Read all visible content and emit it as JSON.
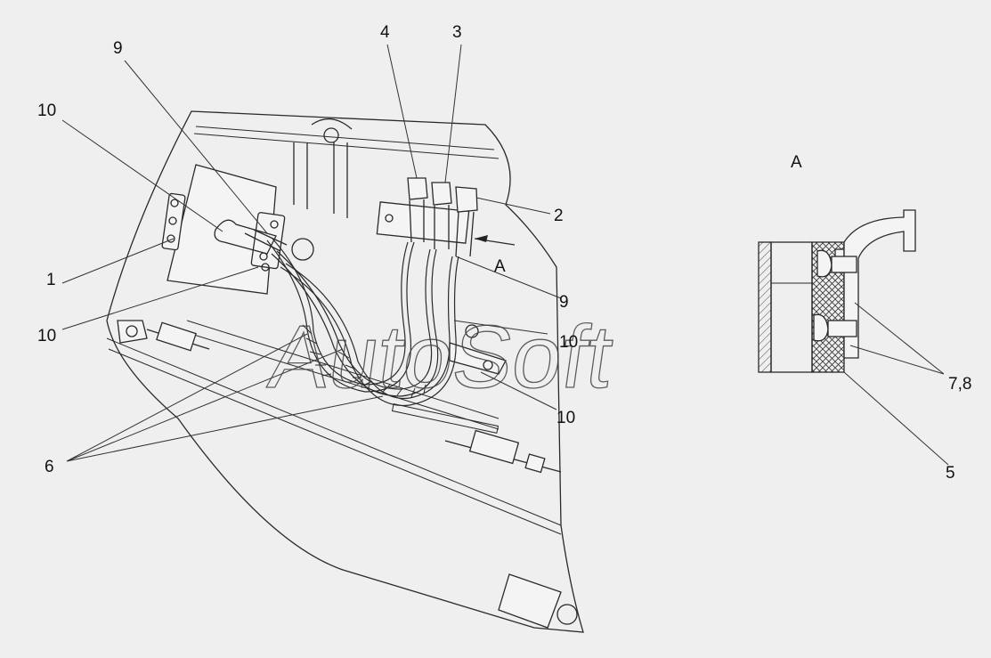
{
  "callouts": {
    "c1": "1",
    "c2": "2",
    "c3": "3",
    "c4": "4",
    "c5": "5",
    "c6": "6",
    "c78": "7,8",
    "c9a": "9",
    "c9b": "9",
    "c10a": "10",
    "c10b": "10",
    "c10c": "10",
    "c10d": "10"
  },
  "view_labels": {
    "arrow_label": "A",
    "section_title": "A"
  },
  "watermark": "AutoSoft"
}
